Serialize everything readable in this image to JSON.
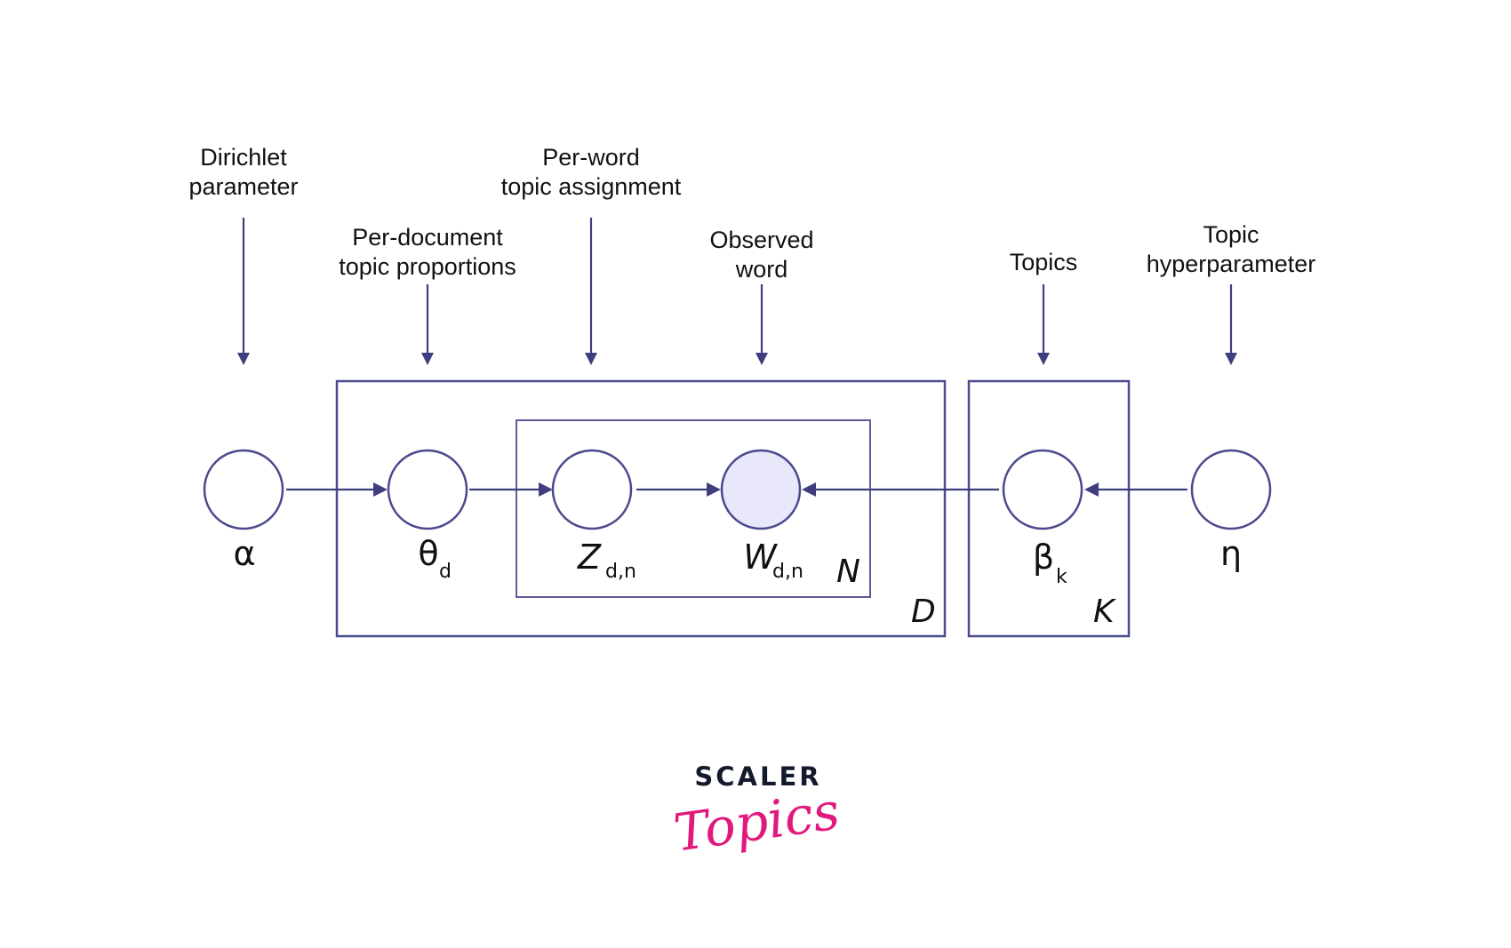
{
  "diagram": {
    "title": "LDA plate notation",
    "labels": {
      "dirichlet": [
        "Dirichlet",
        "parameter"
      ],
      "per_document": [
        "Per-document",
        "topic proportions"
      ],
      "per_word": [
        "Per-word",
        "topic assignment"
      ],
      "observed": [
        "Observed",
        "word"
      ],
      "topics": [
        "Topics"
      ],
      "topic_hyper": [
        "Topic",
        "hyperparameter"
      ]
    },
    "nodes": {
      "alpha": {
        "symbol": "α",
        "subscript": ""
      },
      "theta": {
        "symbol": "θ",
        "subscript": "d"
      },
      "z": {
        "symbol": "Z",
        "subscript": "d,n"
      },
      "w": {
        "symbol": "W",
        "subscript": "d,n",
        "observed": true
      },
      "beta": {
        "symbol": "β",
        "subscript": "k"
      },
      "eta": {
        "symbol": "η",
        "subscript": ""
      }
    },
    "plates": {
      "N": "N",
      "D": "D",
      "K": "K"
    },
    "edges": [
      {
        "from": "alpha",
        "to": "theta"
      },
      {
        "from": "theta",
        "to": "z"
      },
      {
        "from": "z",
        "to": "w"
      },
      {
        "from": "beta",
        "to": "w"
      },
      {
        "from": "eta",
        "to": "beta"
      }
    ],
    "colors": {
      "stroke": "#4a4a8e",
      "observed_fill": "#e8e8fa",
      "brand_pink": "#e2197c",
      "brand_navy": "#131a2e"
    }
  },
  "logo": {
    "line1": "SCALER",
    "line2": "Topics"
  }
}
